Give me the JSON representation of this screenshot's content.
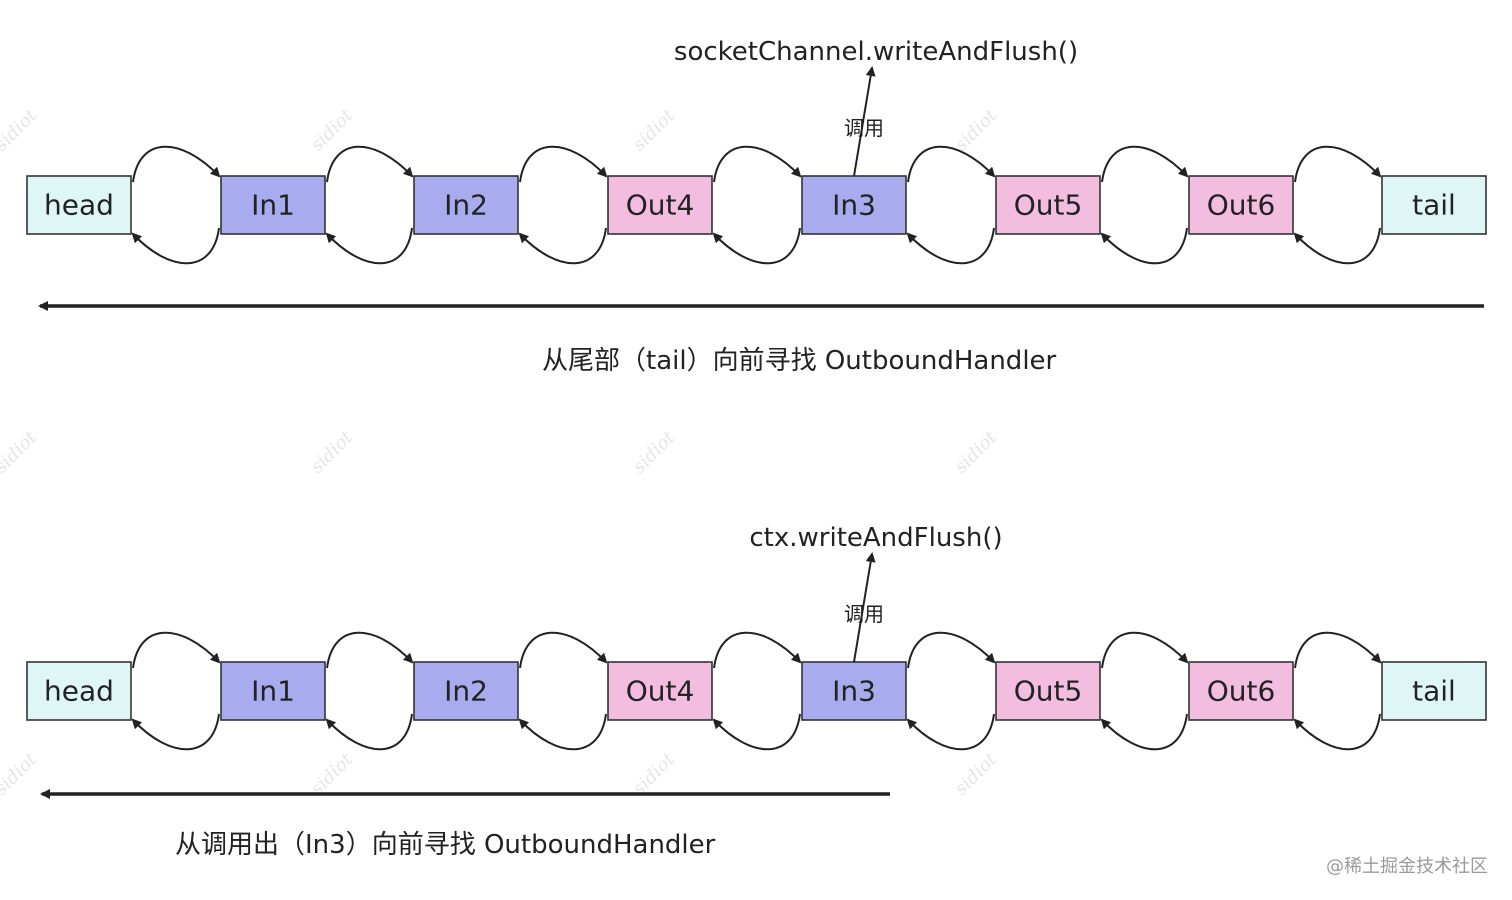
{
  "diagrams": [
    {
      "id": "top",
      "nodes": [
        {
          "label": "head",
          "kind": "endpoint"
        },
        {
          "label": "In1",
          "kind": "inbound"
        },
        {
          "label": "In2",
          "kind": "inbound"
        },
        {
          "label": "Out4",
          "kind": "outbound"
        },
        {
          "label": "In3",
          "kind": "inbound"
        },
        {
          "label": "Out5",
          "kind": "outbound"
        },
        {
          "label": "Out6",
          "kind": "outbound"
        },
        {
          "label": "tail",
          "kind": "endpoint"
        }
      ],
      "call": {
        "text": "socketChannel.writeAndFlush()",
        "label": "调用",
        "node_index": 4
      },
      "caption": "从尾部（tail）向前寻找 OutboundHandler"
    },
    {
      "id": "bottom",
      "nodes": [
        {
          "label": "head",
          "kind": "endpoint"
        },
        {
          "label": "In1",
          "kind": "inbound"
        },
        {
          "label": "In2",
          "kind": "inbound"
        },
        {
          "label": "Out4",
          "kind": "outbound"
        },
        {
          "label": "In3",
          "kind": "inbound"
        },
        {
          "label": "Out5",
          "kind": "outbound"
        },
        {
          "label": "Out6",
          "kind": "outbound"
        },
        {
          "label": "tail",
          "kind": "endpoint"
        }
      ],
      "call": {
        "text": "ctx.writeAndFlush()",
        "label": "调用",
        "node_index": 4
      },
      "caption": "从调用出（In3）向前寻找 OutboundHandler"
    }
  ],
  "colors": {
    "endpoint": "#dff6f6",
    "inbound": "#a8acee",
    "outbound": "#f3bde0"
  },
  "watermark": "sidiot",
  "credit": "@稀土掘金技术社区"
}
